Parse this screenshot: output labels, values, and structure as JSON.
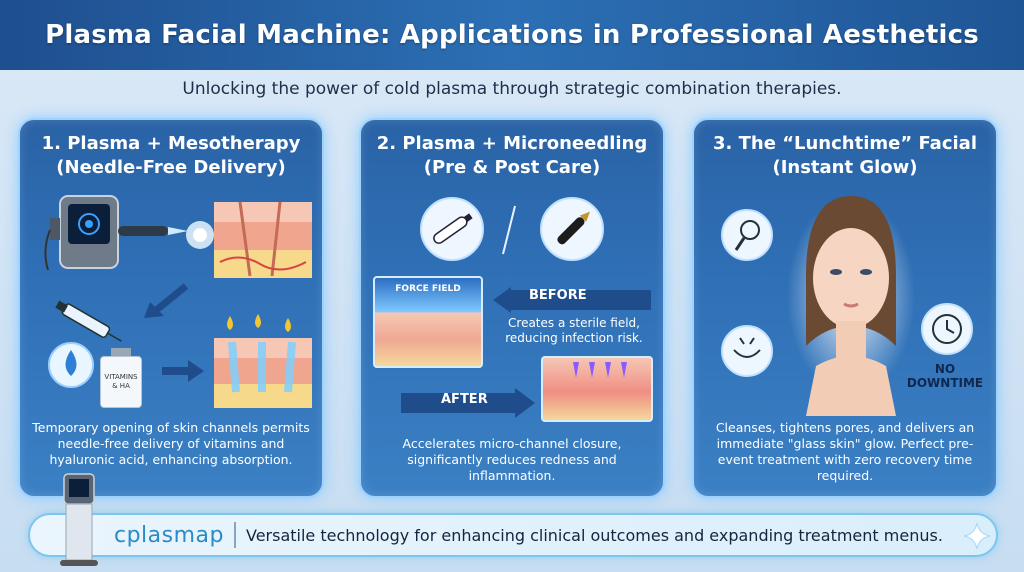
{
  "header": {
    "title": "Plasma Facial Machine: Applications in Professional Aesthetics",
    "subtitle": "Unlocking the power of cold plasma through strategic combination therapies."
  },
  "cards": [
    {
      "title_line1": "1. Plasma + Mesotherapy",
      "title_line2": "(Needle-Free Delivery)",
      "vial_label": "VITAMINS & HA",
      "description": "Temporary opening of skin channels permits needle-free delivery of vitamins and hyaluronic acid, enhancing absorption."
    },
    {
      "title_line1": "2. Plasma + Microneedling",
      "title_line2": "(Pre & Post Care)",
      "force_field_label": "FORCE FIELD",
      "before_label": "BEFORE",
      "before_text": "Creates a sterile field, reducing infection risk.",
      "after_label": "AFTER",
      "description": "Accelerates micro-channel closure, significantly reduces redness and inflammation."
    },
    {
      "title_line1": "3. The “Lunchtime” Facial",
      "title_line2": "(Instant Glow)",
      "downtime_label_line1": "NO",
      "downtime_label_line2": "DOWNTIME",
      "description": "Cleanses, tightens pores, and delivers an immediate \"glass skin\" glow. Perfect pre-event treatment with zero recovery time required."
    }
  ],
  "footer": {
    "brand": "cplasmap",
    "tagline": "Versatile technology for enhancing clinical outcomes and expanding treatment menus."
  },
  "colors": {
    "header_bg": "#2c6fb4",
    "card_bg": "#2f6fb5",
    "card_glow": "#9fd3ff",
    "brand": "#2b8bc4",
    "arrow": "#1f4d8c"
  },
  "icons": [
    "plasma-device-icon",
    "skin-layers-icon",
    "syringe-icon",
    "droplet-icon",
    "vial-icon",
    "microneedling-pen-icon",
    "plasma-pen-icon",
    "cleansing-brush-icon",
    "pore-tighten-icon",
    "clock-icon",
    "face-icon",
    "sparkle-icon"
  ]
}
